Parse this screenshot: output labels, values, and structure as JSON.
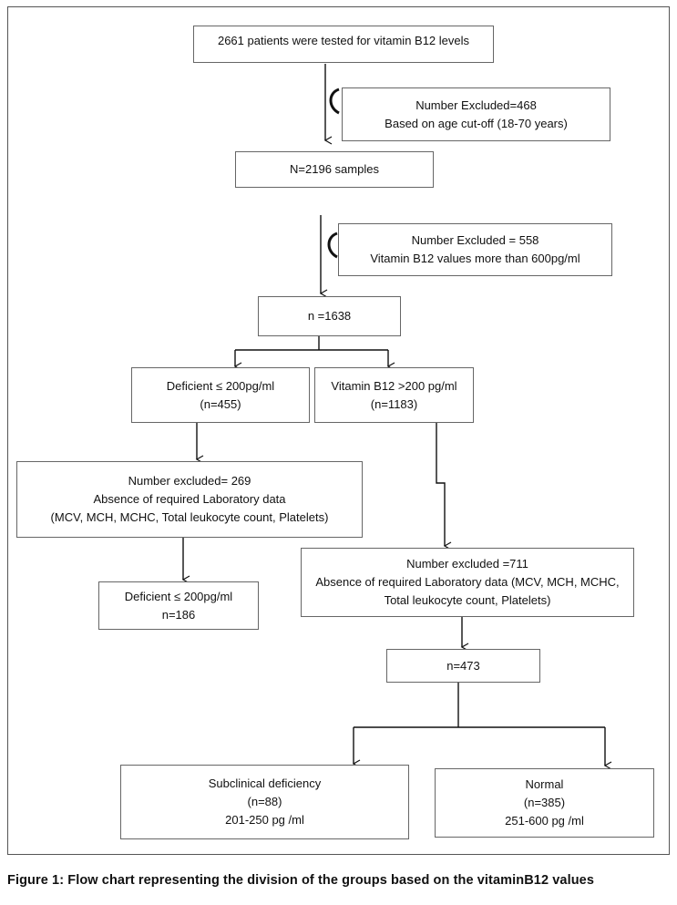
{
  "boxes": {
    "tested": [
      "2661 patients were tested for vitamin B12 levels"
    ],
    "excluded_age": [
      "Number Excluded=468",
      "Based on age cut-off (18-70 years)"
    ],
    "n2196": [
      "N=2196 samples"
    ],
    "excluded_600": [
      "Number Excluded = 558",
      "Vitamin B12 values more than 600pg/ml"
    ],
    "n1638": [
      "n =1638"
    ],
    "deficient": [
      "Deficient ≤ 200pg/ml",
      "(n=455)"
    ],
    "above200": [
      "Vitamin B12 >200 pg/ml",
      "(n=1183)"
    ],
    "excluded_269": [
      "Number excluded= 269",
      "Absence of required Laboratory data",
      "(MCV, MCH, MCHC, Total leukocyte count, Platelets)"
    ],
    "deficient_186": [
      "Deficient ≤ 200pg/ml",
      "n=186"
    ],
    "excluded_711": [
      "Number excluded =711",
      "Absence of required Laboratory data (MCV, MCH, MCHC,",
      "Total leukocyte count, Platelets)"
    ],
    "n473": [
      "n=473"
    ],
    "subclinical": [
      "Subclinical deficiency",
      "(n=88)",
      "201-250 pg /ml"
    ],
    "normal": [
      "Normal",
      "(n=385)",
      "251-600 pg /ml"
    ]
  },
  "caption": "Figure 1: Flow chart representing the division of the groups based on the vitaminB12 values"
}
